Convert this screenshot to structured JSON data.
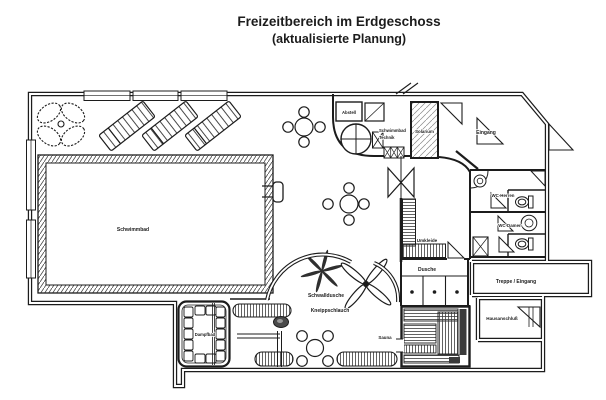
{
  "title": {
    "line1": "Freizeitbereich im Erdgeschoss",
    "line2": "(aktualisierte Planung)"
  },
  "rooms": {
    "schwimmbad": "Schwimmbad",
    "abstell": "Abstell",
    "technik1": "Schwimmbad",
    "technik2": "Technik",
    "solarium": "Solarium",
    "eingang": "Eingang",
    "wc_herren": "WC-Herren",
    "wc_damen": "WC-Damen",
    "umkleide": "Umkleide",
    "dusche": "Dusche",
    "schwalldusche": "Schwalldusche",
    "kneippschlauch": "Kneippschlauch",
    "dampfbad": "Dampfbad",
    "sauna": "Sauna",
    "treppe_eingang": "Treppe / Eingang",
    "hausanschluss": "Hausanschluß"
  },
  "colors": {
    "ink": "#1c1c1c",
    "paper": "#ffffff"
  }
}
